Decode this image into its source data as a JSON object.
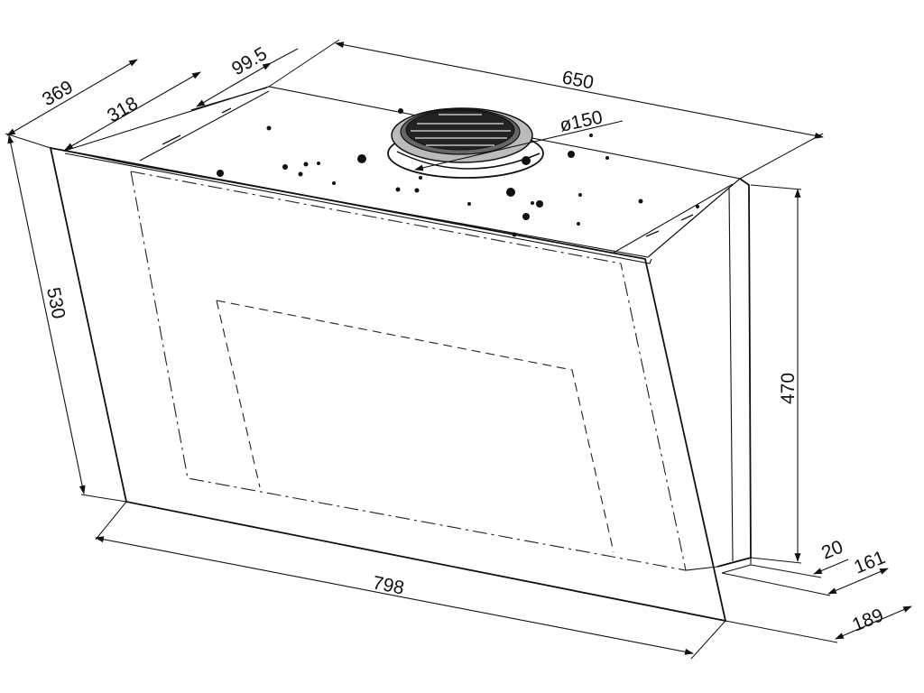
{
  "dimensions": {
    "depth_total": "369",
    "depth_top": "318",
    "offset_outlet": "99.5",
    "width_top": "650",
    "outlet_diameter": "ø150",
    "height_front": "530",
    "height_back": "470",
    "width_glass": "798",
    "bottom_lip": "20",
    "base_depth": "161",
    "base_total": "189"
  },
  "colors": {
    "line": "#111111",
    "background": "#ffffff"
  }
}
